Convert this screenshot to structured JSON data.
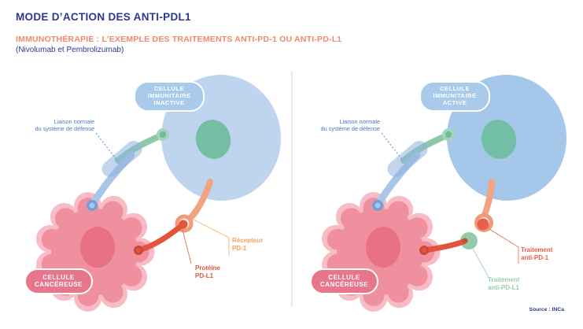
{
  "header": {
    "title": "MODE D’ACTION DES ANTI-PDL1",
    "subtitle": "IMMUNOTHÉRAPIE : L’EXEMPLE DES TRAITEMENTS ANTI-PD-1 OU ANTI-PD-L1",
    "subnote": "(Nivolumab et Pembrolizumab)"
  },
  "panels": {
    "left": {
      "immune_cell_label": "CELLULE\nIMMUNITAIRE\nINACTIVE",
      "cancer_cell_label": "CELLULE\nCANCÉREUSE",
      "liaison_label": "Liaison normale\ndu système de défense",
      "receptor_label": "Récepteur\nPD-1",
      "protein_label": "Protéine\nPD-L1"
    },
    "right": {
      "immune_cell_label": "CELLULE\nIMMUNITAIRE\nACTIVE",
      "cancer_cell_label": "CELLULE\nCANCÉREUSE",
      "liaison_label": "Liaison normale\ndu système de défense",
      "treatment_pd1_label": "Traitement\nanti-PD-1",
      "treatment_pdl1_label": "Traitement\nanti-PD-L1"
    }
  },
  "footer": {
    "source": "Source : INCa"
  },
  "colors": {
    "navy": "#2B3990",
    "orange": "#F5876B",
    "blue-label": "#4A78C5",
    "immune-badge": "#A9CAEB",
    "cancer-badge": "#E7758B",
    "receptor-orange": "#F4A45C",
    "protein-red": "#E2543E",
    "anti-pd1": "#E8604C",
    "anti-pdl1": "#9BCDAF",
    "divider": "#E4ECF5",
    "immune-cell-inactive": "#BED4EF",
    "immune-cell-active": "#A5C7EA",
    "nucleus-green": "#74BFA4",
    "cancer-body": "#F0909F",
    "cancer-edge": "#F7BCC5",
    "cancer-nucleus": "#E87183",
    "arm-green": "#8CC9A8",
    "arm-blue": "#A9C6E8",
    "link-capsule-blue": "#8FB3DF"
  }
}
